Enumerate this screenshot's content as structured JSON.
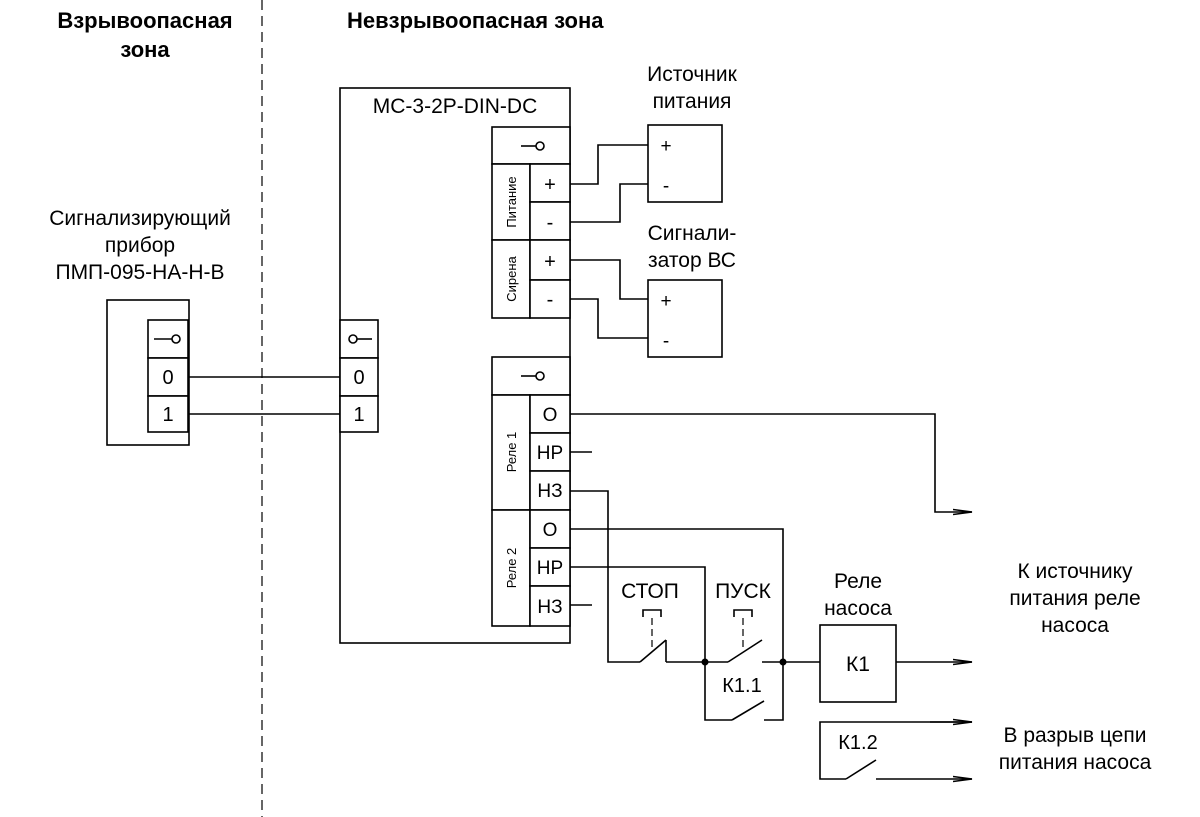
{
  "zones": {
    "hazard_line1": "Взрывоопасная",
    "hazard_line2": "зона",
    "safe": "Невзрывоопасная зона"
  },
  "device": {
    "line1": "Сигнализирующий",
    "line2": "прибор",
    "line3": "ПМП-095-НА-Н-В",
    "terminals": [
      "0",
      "1"
    ]
  },
  "module": {
    "title": "МС-3-2P-DIN-DC",
    "inputs": [
      "0",
      "1"
    ],
    "power_label": "Питание",
    "siren_label": "Сирена",
    "power_pins": [
      "+",
      "-"
    ],
    "siren_pins": [
      "+",
      "-"
    ],
    "relay1_label": "Реле 1",
    "relay2_label": "Реле 2",
    "relay1_pins": [
      "О",
      "НР",
      "НЗ"
    ],
    "relay2_pins": [
      "О",
      "НР",
      "НЗ"
    ]
  },
  "power_source": {
    "line1": "Источник",
    "line2": "питания",
    "pins": [
      "+",
      "-"
    ]
  },
  "siren": {
    "line1": "Сигнали-",
    "line2": "затор ВС",
    "pins": [
      "+",
      "-"
    ]
  },
  "controls": {
    "stop": "СТОП",
    "start": "ПУСК",
    "k11": "К1.1",
    "k12": "К1.2"
  },
  "pump_relay": {
    "line1": "Реле",
    "line2": "насоса",
    "coil": "К1"
  },
  "outputs": {
    "supply_line1": "К источнику",
    "supply_line2": "питания реле",
    "supply_line3": "насоса",
    "break_line1": "В разрыв цепи",
    "break_line2": "питания насоса"
  }
}
